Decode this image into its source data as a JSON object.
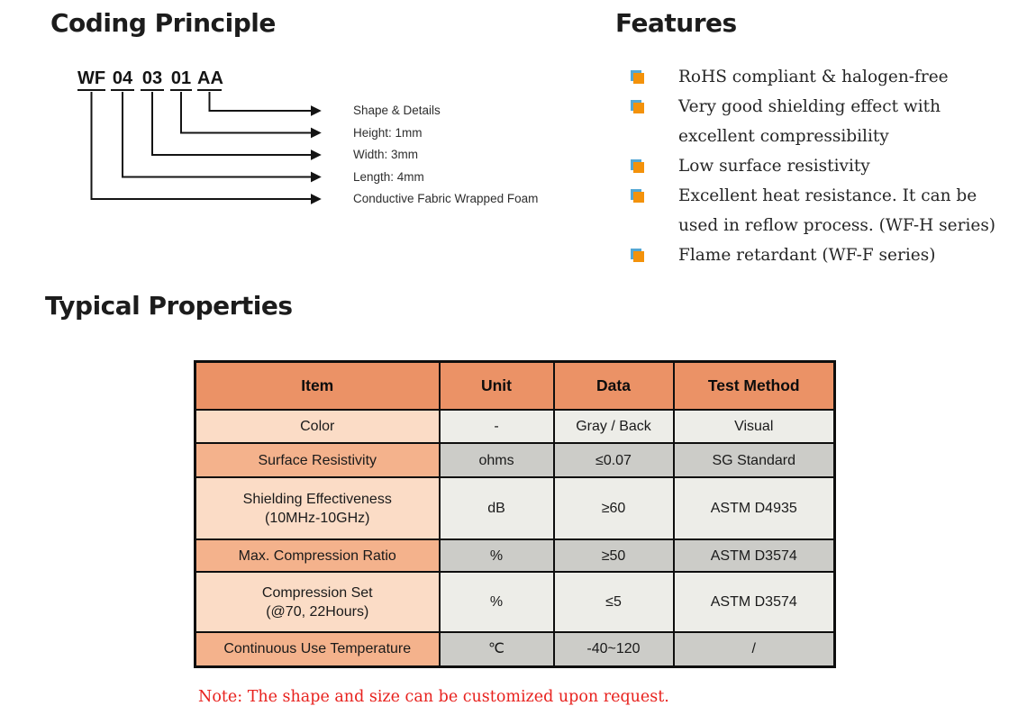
{
  "headings": {
    "coding_principle": "Coding Principle",
    "features": "Features",
    "typical_properties": "Typical Properties"
  },
  "coding": {
    "code_segments": [
      "WF",
      "04",
      "03",
      "01",
      "AA"
    ],
    "labels": [
      "Shape & Details",
      "Height: 1mm",
      "Width: 3mm",
      "Length: 4mm",
      "Conductive Fabric Wrapped Foam"
    ]
  },
  "features": {
    "items": [
      {
        "lines": [
          "RoHS compliant & halogen-free"
        ]
      },
      {
        "lines": [
          "Very good shielding effect with",
          "excellent compressibility"
        ]
      },
      {
        "lines": [
          "Low surface resistivity"
        ]
      },
      {
        "lines": [
          "Excellent heat resistance. It can be",
          "used in reflow process. (WF-H series)"
        ]
      },
      {
        "lines": [
          "Flame retardant (WF-F series)"
        ]
      }
    ],
    "bullet_colors": {
      "orange": "#F3920B",
      "blue": "#54A7D4"
    }
  },
  "table": {
    "headers": [
      "Item",
      "Unit",
      "Data",
      "Test Method"
    ],
    "rows": [
      {
        "item": [
          "Color"
        ],
        "unit": "-",
        "data": "Gray / Back",
        "test": "Visual"
      },
      {
        "item": [
          "Surface Resistivity"
        ],
        "unit": "ohms",
        "data": "≤0.07",
        "test": "SG Standard"
      },
      {
        "item": [
          "Shielding Effectiveness",
          "(10MHz-10GHz)"
        ],
        "unit": "dB",
        "data": "≥60",
        "test": "ASTM D4935"
      },
      {
        "item": [
          "Max. Compression Ratio"
        ],
        "unit": "%",
        "data": "≥50",
        "test": "ASTM D3574"
      },
      {
        "item": [
          "Compression Set",
          "(@70, 22Hours)"
        ],
        "unit": "%",
        "data": "≤5",
        "test": "ASTM D3574"
      },
      {
        "item": [
          "Continuous Use Temperature"
        ],
        "unit": "℃",
        "data": "-40~120",
        "test": "/"
      }
    ],
    "colors": {
      "header_bg": "#EB9266",
      "item_row_light_bg": "#FBDCC6",
      "item_row_dark_bg": "#F4B28C",
      "cell_row_light_bg": "#EDEDE8",
      "cell_row_dark_bg": "#CCCCC8",
      "border": "#0E0E0E"
    }
  },
  "note": {
    "text": "Note: The shape and size can be customized upon request.",
    "color": "#E8221E"
  }
}
